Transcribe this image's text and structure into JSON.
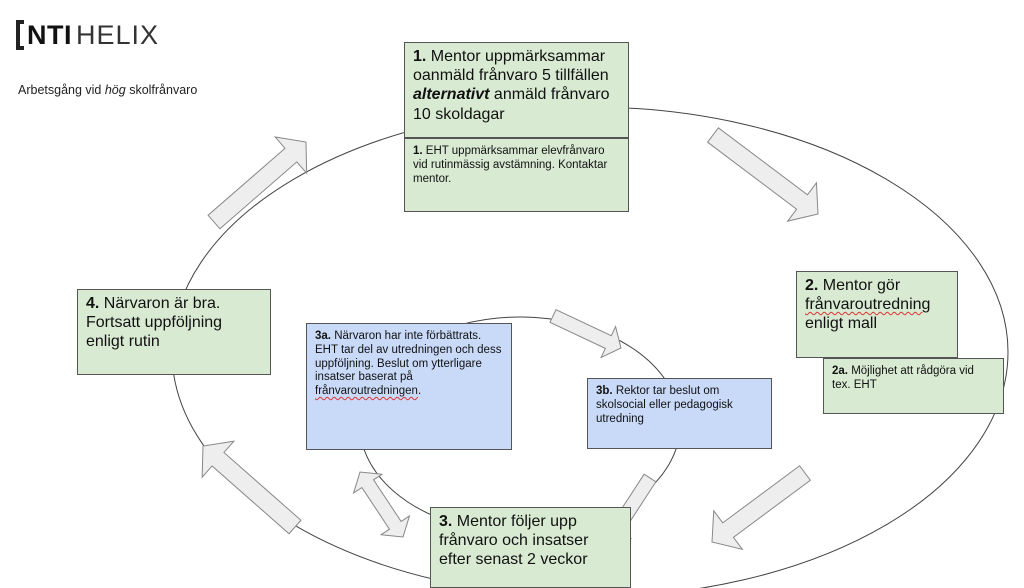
{
  "logo": {
    "nti": "NTI",
    "helix": "HELIX"
  },
  "subtitle": {
    "before": "Arbetsgång vid ",
    "emph": "hög",
    "after": " skolfrånvaro"
  },
  "steps": {
    "step1": {
      "num": "1.",
      "t1": " Mentor uppmärksammar oanmäld frånvaro 5 tillfällen ",
      "emph": "alternativt",
      "t2": " anmäld frånvaro 10 skoldagar"
    },
    "step1b": {
      "num": "1.",
      "text": " EHT uppmärksammar elevfrånvaro vid rutinmässig avstämning. Kontaktar mentor."
    },
    "step2": {
      "num": "2.",
      "t1": " Mentor gör ",
      "wavy": "frånvaroutredning",
      "t2": " enligt mall"
    },
    "step2a": {
      "num": "2a.",
      "text": " Möjlighet att rådgöra vid tex. EHT"
    },
    "step3": {
      "num": "3.",
      "text": " Mentor följer upp frånvaro och insatser efter senast 2 veckor"
    },
    "step3a": {
      "num": "3a.",
      "t1": " Närvaron har inte förbättrats. EHT tar del av utredningen och dess uppföljning. Beslut om ytterligare insatser baserat på ",
      "wavy": "frånvaroutredningen",
      "t2": "."
    },
    "step3b": {
      "num": "3b.",
      "text": " Rektor tar beslut om skolsocial eller pedagogisk utredning"
    },
    "step4": {
      "num": "4.",
      "text": " Närvaron är bra. Fortsatt uppföljning enligt rutin"
    }
  },
  "colors": {
    "green": "#d9ead3",
    "blue": "#c9daf8",
    "arrow_fill": "#eeeeee",
    "arrow_stroke": "#888888",
    "cycle_line": "#444444"
  }
}
